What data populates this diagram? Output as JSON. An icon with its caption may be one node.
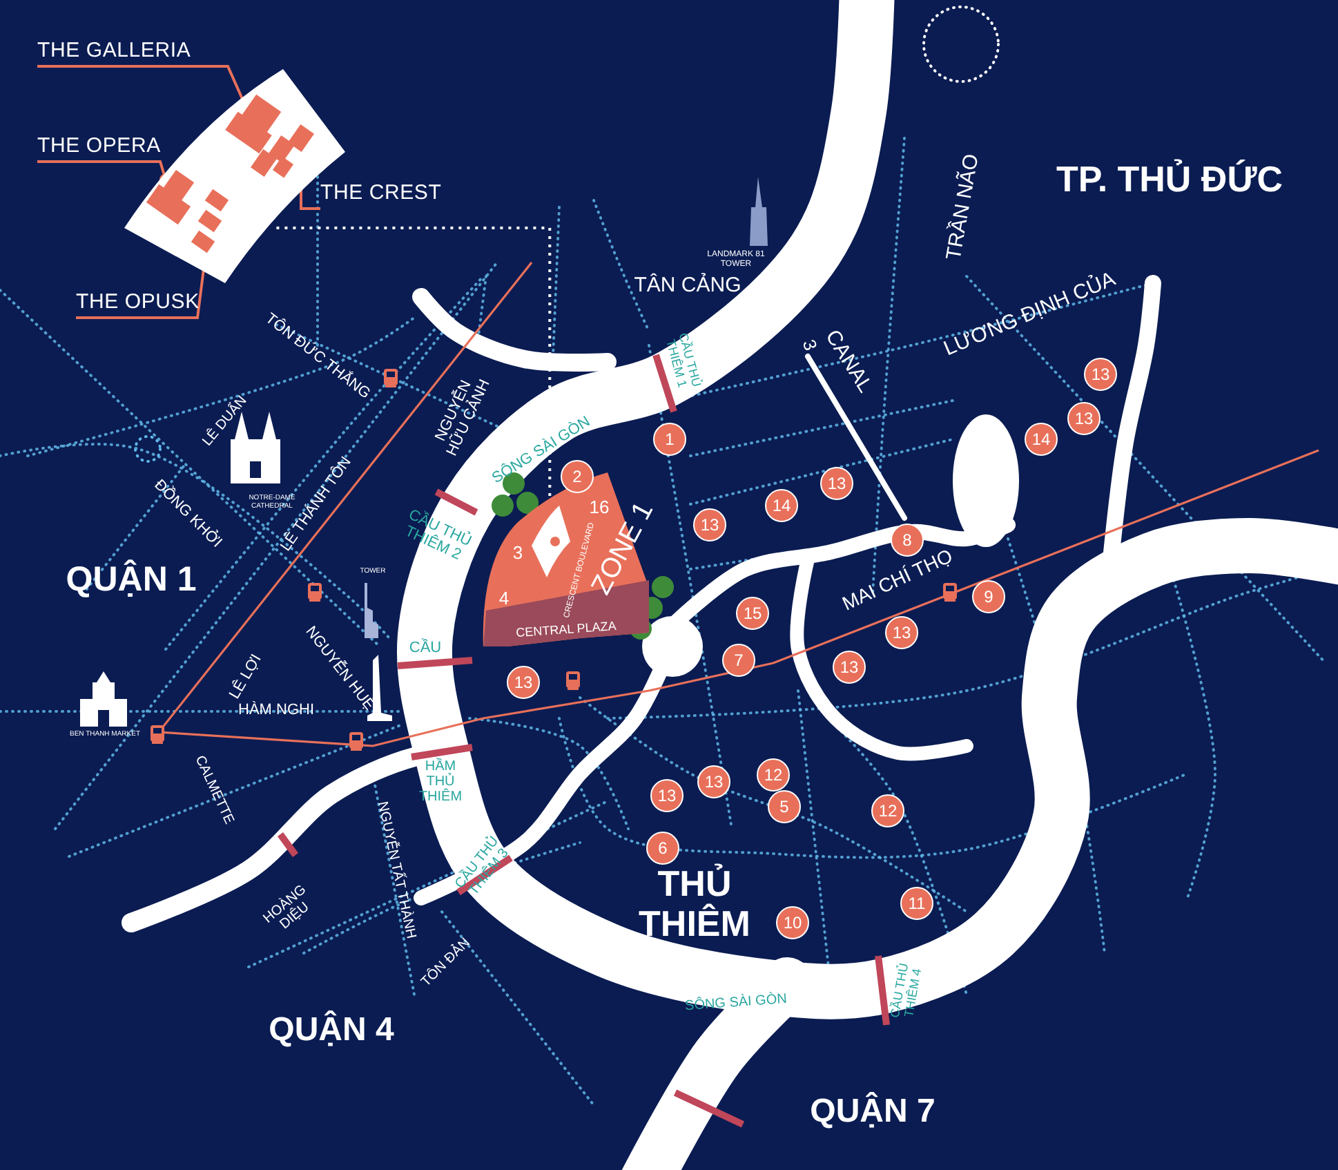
{
  "diagram": {
    "nodes": [
      {
        "text": [
          "THE GALLERIA"
        ]
      },
      {
        "text": [
          "THE OPERA"
        ]
      },
      {
        "text": [
          "THE CREST"
        ]
      },
      {
        "text": [
          "THE OPUSK"
        ]
      },
      {
        "text": [],
        "shape": "picture"
      },
      {
        "text": [
          "ZONE 1",
          "CRESCENT BOULEVARD",
          "16",
          "3",
          "4",
          "CENTRAL PLAZA"
        ]
      },
      {
        "text": [
          "1"
        ]
      },
      {
        "text": [
          "2"
        ]
      },
      {
        "text": [
          "13"
        ]
      },
      {
        "text": [
          "14"
        ]
      },
      {
        "text": [
          "13"
        ]
      },
      {
        "text": [
          "13"
        ]
      },
      {
        "text": [
          "13"
        ]
      },
      {
        "text": [
          "14"
        ]
      },
      {
        "text": [
          "8"
        ]
      },
      {
        "text": [
          "9"
        ]
      },
      {
        "text": [
          "15"
        ]
      },
      {
        "text": [
          "13"
        ]
      },
      {
        "text": [
          "7"
        ]
      },
      {
        "text": [
          "13"
        ]
      },
      {
        "text": [
          "13"
        ]
      },
      {
        "text": [
          "12"
        ]
      },
      {
        "text": [
          "13"
        ]
      },
      {
        "text": [
          "5"
        ]
      },
      {
        "text": [
          "13"
        ]
      },
      {
        "text": [
          "12"
        ]
      },
      {
        "text": [
          "6"
        ]
      },
      {
        "text": [
          "11"
        ]
      },
      {
        "text": [
          "10"
        ]
      }
    ],
    "edges": [
      {
        "from": 0,
        "to": 4,
        "arrow": "other"
      },
      {
        "from": 1,
        "to": 4,
        "arrow": "other"
      },
      {
        "from": 2,
        "to": 4,
        "arrow": "other"
      },
      {
        "from": 3,
        "to": 4,
        "arrow": "other"
      },
      {
        "from": 4,
        "to": 5,
        "arrow": "none",
        "style": "dashed",
        "color": "#ffffff"
      }
    ],
    "labels": [
      "TP. THỦ ĐỨC",
      "LANDMARK 81 TOWER",
      "TÂN CẢNG",
      "CẦU THỦ THIÊM 1",
      "3",
      "CANAL",
      "TRẦN NÃO",
      "LƯƠNG ĐỊNH CỦA",
      "TÔN ĐỨC THẮNG",
      "NGUYỄN HỮU CẢNH",
      "SÔNG SÀI GÒN",
      "LÊ DUẨN",
      "NOTRE-DAME CATHEDRAL",
      "ĐỒNG KHỞI",
      "LÊ THÁNH TÔN",
      "CẦU THỦ THIÊM 2",
      "MAI CHÍ THỌ",
      "QUẬN 1",
      "TOWER",
      "NGUYỄN HUỆ",
      "CẦU",
      "LÊ LỢI",
      "HÀM NGHI",
      "BEN THANH MARKET",
      "CALMETTE",
      "HẦM THỦ THIÊM",
      "NGUYỄN TẤT THÀNH",
      "CẦU THỦ THIÊM 3",
      "HOÀNG DIỆU",
      "THỦ THIÊM",
      "TÔN ĐẢN",
      "SÔNG SÀI GÒN",
      "CẦU THỦ THIÊM 4",
      "QUẬN 4",
      "QUẬN 7"
    ]
  }
}
